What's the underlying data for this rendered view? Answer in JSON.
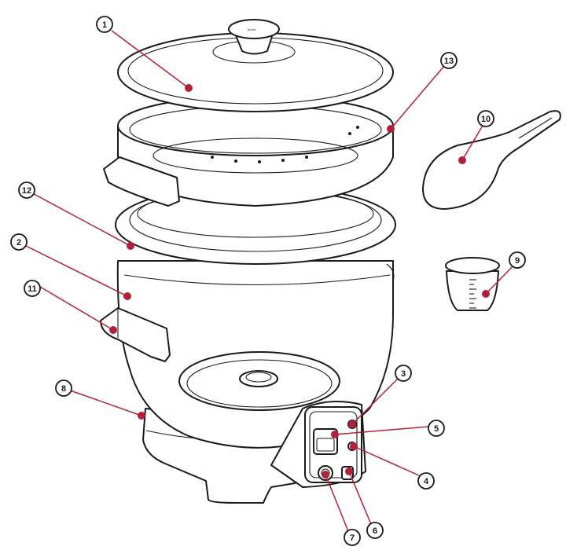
{
  "colors": {
    "leader": "#b3203a",
    "outline": "#1a1a1a",
    "background": "#ffffff"
  },
  "callouts": [
    {
      "id": "lid",
      "number": "1"
    },
    {
      "id": "cooker-body",
      "number": "2"
    },
    {
      "id": "keep-warm-light",
      "number": "3"
    },
    {
      "id": "cook-light",
      "number": "4"
    },
    {
      "id": "switch",
      "number": "5"
    },
    {
      "id": "power-cord-socket",
      "number": "6"
    },
    {
      "id": "control-button",
      "number": "7"
    },
    {
      "id": "base",
      "number": "8"
    },
    {
      "id": "measuring-cup",
      "number": "9"
    },
    {
      "id": "rice-paddle",
      "number": "10"
    },
    {
      "id": "body-handle",
      "number": "11"
    },
    {
      "id": "inner-bowl",
      "number": "12"
    },
    {
      "id": "steamer-basket",
      "number": "13"
    }
  ]
}
